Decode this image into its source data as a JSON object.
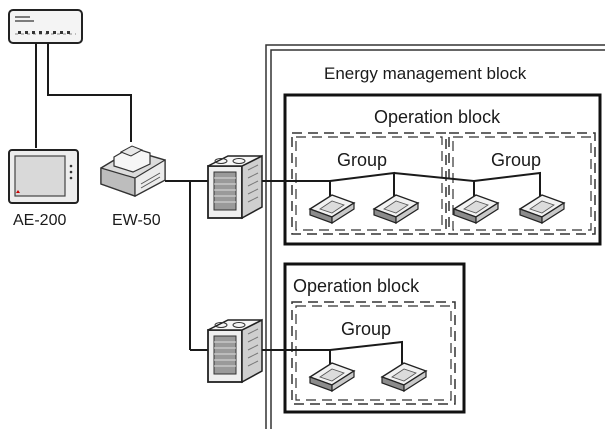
{
  "diagram": {
    "energy_block_label": "Energy management block",
    "operation_block_label": "Operation block",
    "group_label": "Group",
    "ae200_label": "AE-200",
    "ew50_label": "EW-50"
  },
  "colors": {
    "line": "#1a1a1a",
    "device_fill": "#f2f2f2",
    "device_shade": "#c8c8c8",
    "unit_dark": "#7a7a7a"
  }
}
